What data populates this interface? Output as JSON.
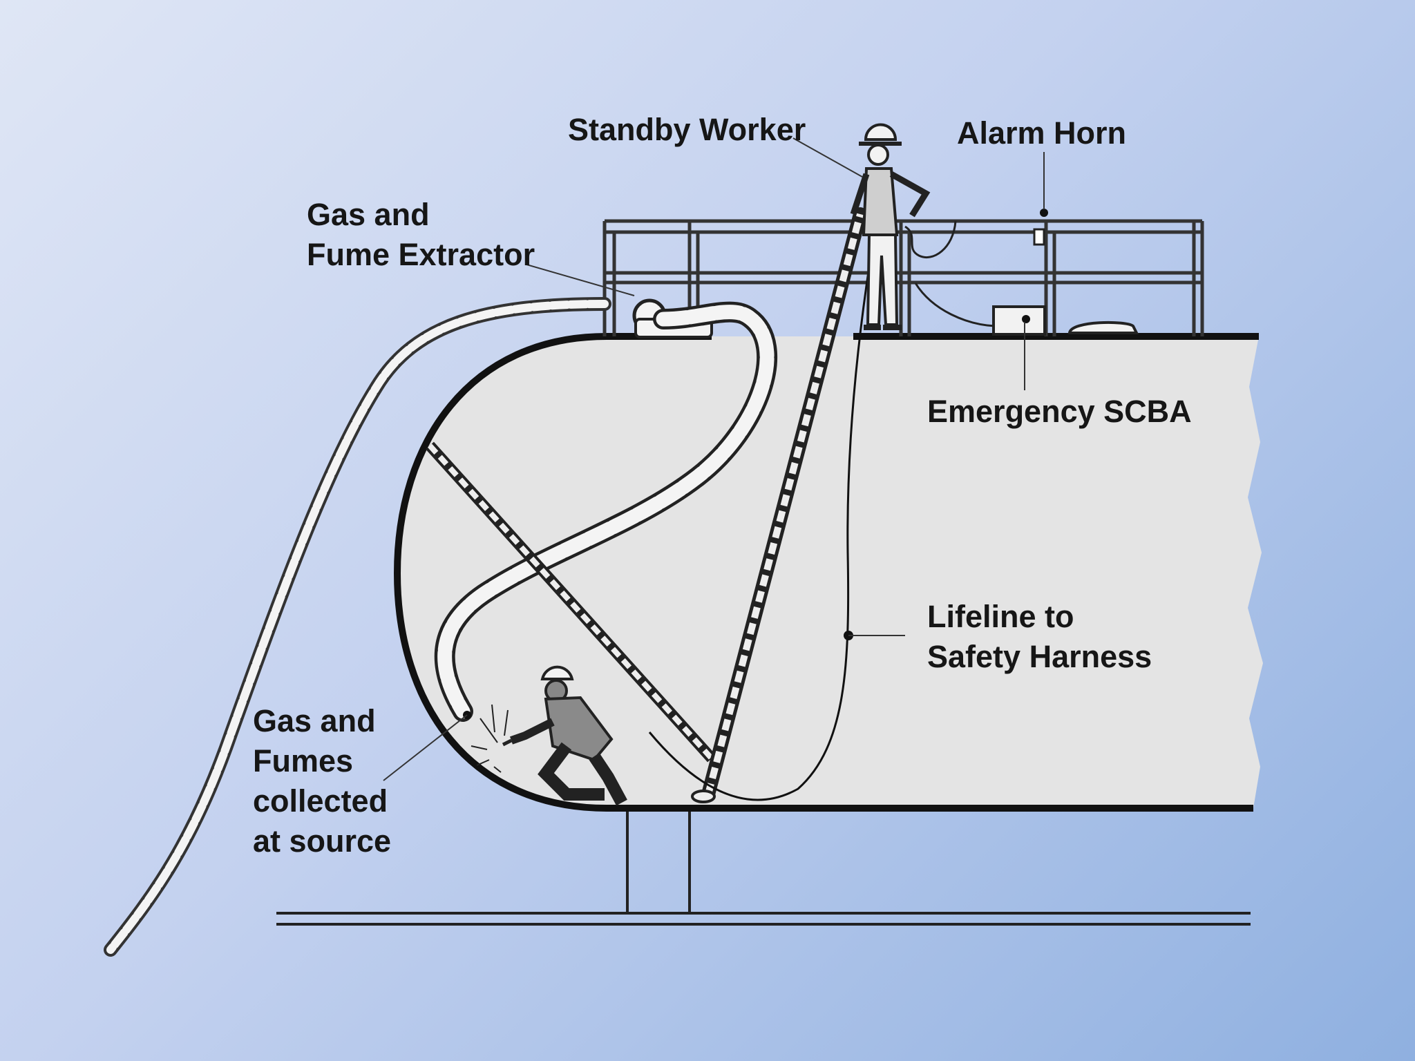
{
  "labels": {
    "standby_worker": "Standby Worker",
    "alarm_horn": "Alarm Horn",
    "extractor_line1": "Gas and",
    "extractor_line2": "Fume Extractor",
    "scba": "Emergency SCBA",
    "lifeline_line1": "Lifeline to",
    "lifeline_line2": "Safety Harness",
    "fumes_line1": "Gas and",
    "fumes_line2": "Fumes",
    "fumes_line3": "collected",
    "fumes_line4": "at source"
  },
  "colors": {
    "background_start": "#dfe6f5",
    "background_end": "#8fb0e0",
    "tank_fill": "#e4e4e4",
    "ink": "#161616"
  }
}
